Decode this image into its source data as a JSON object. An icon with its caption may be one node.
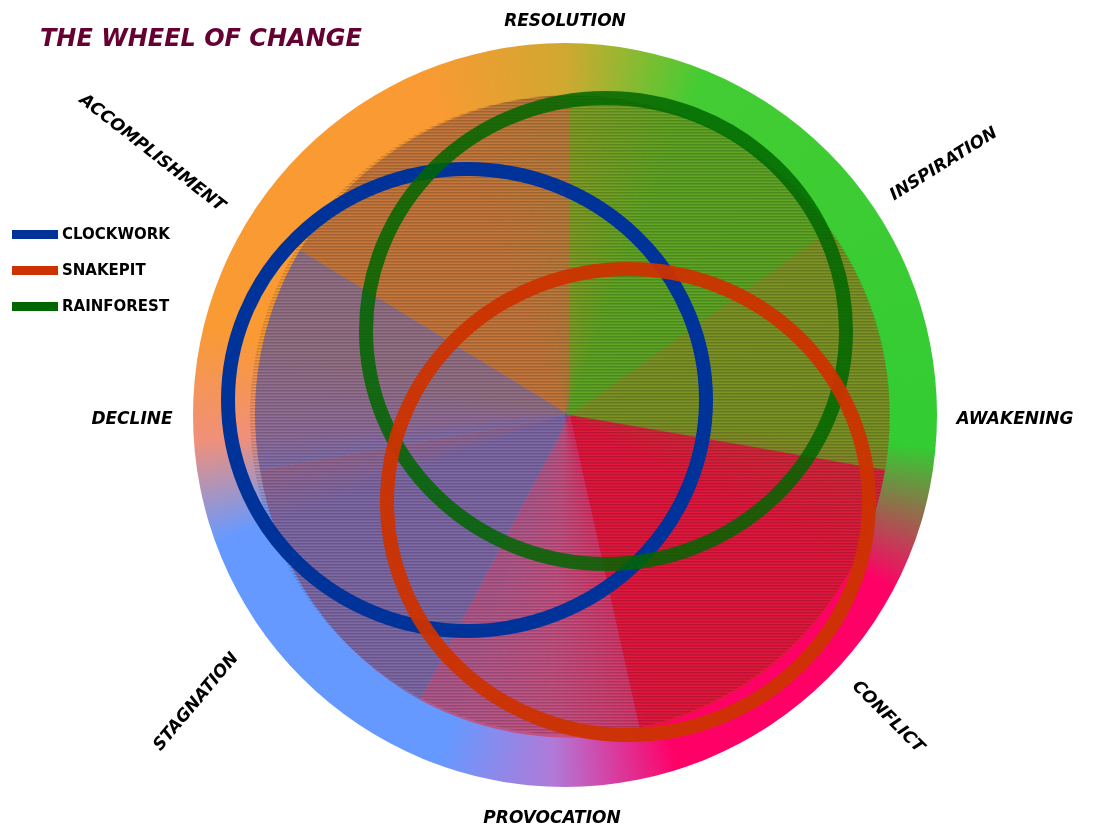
{
  "diagram": {
    "title": "THE WHEEL OF CHANGE",
    "labels": [
      "RESOLUTION",
      "ACCOMPLISHMENT",
      "INSPIRATION",
      "DECLINE",
      "AWAKENING",
      "STAGNATION",
      "CONFLICT",
      "PROVOCATION"
    ],
    "legend": [
      {
        "text": "CLOCKWORK",
        "color": "#003399"
      },
      {
        "text": "SNAKEPIT",
        "color": "#cc3300"
      },
      {
        "text": "RAINFOREST",
        "color": "#006600"
      }
    ]
  }
}
